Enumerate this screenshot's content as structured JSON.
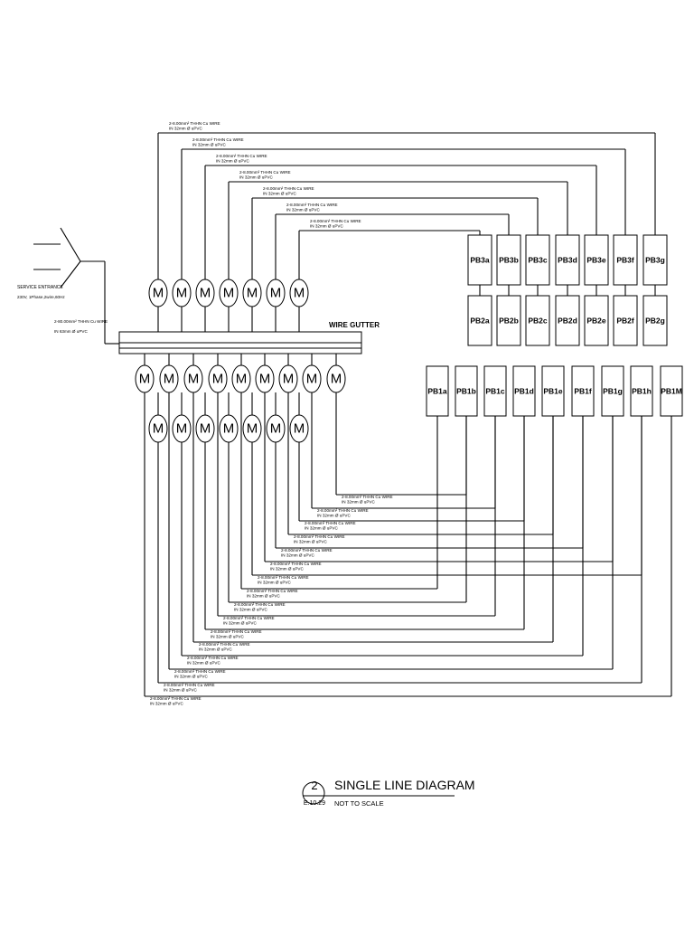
{
  "diagram": {
    "service_entrance": {
      "label": "SERVICE ENTRANCE",
      "spec": "230V, 1Phase,2wire,60Hz"
    },
    "feeder_note": [
      "2-80.00mm² THHN Cu WIRE",
      "IN 63mm Ø uPVC"
    ],
    "gutter_label": "WIRE GUTTER",
    "meter_symbol": "M",
    "branch_note": [
      "2-8.00mm² THHN Cu WIRE",
      "IN 32mm Ø uPVC"
    ],
    "panels_row3": [
      "PB3a",
      "PB3b",
      "PB3c",
      "PB3d",
      "PB3e",
      "PB3f",
      "PB3g"
    ],
    "panels_row2": [
      "PB2a",
      "PB2b",
      "PB2c",
      "PB2d",
      "PB2e",
      "PB2f",
      "PB2g"
    ],
    "panels_row1": [
      "PB1a",
      "PB1b",
      "PB1c",
      "PB1d",
      "PB1e",
      "PB1f",
      "PB1g",
      "PB1h",
      "PB1M"
    ]
  },
  "title_block": {
    "number": "2",
    "sheet_ref": "E.10.29",
    "title": "SINGLE LINE DIAGRAM",
    "subtitle": "NOT TO SCALE"
  }
}
